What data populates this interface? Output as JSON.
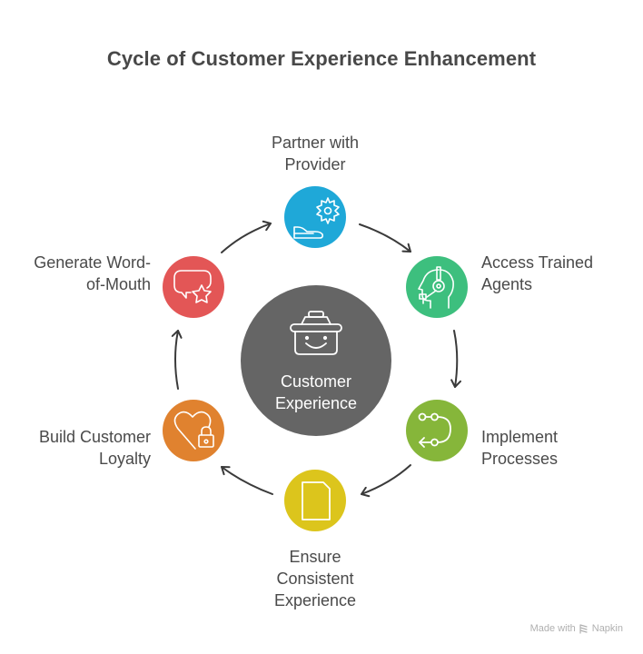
{
  "title": "Cycle of Customer Experience Enhancement",
  "hub": {
    "label_line1": "Customer",
    "label_line2": "Experience",
    "icon": "smiling-basket-icon",
    "color": "#656565"
  },
  "steps": [
    {
      "label_line1": "Partner with",
      "label_line2": "Provider",
      "label_line3": "",
      "icon": "gear-hand-icon",
      "color": "#1FA8D8"
    },
    {
      "label_line1": "Access Trained",
      "label_line2": "Agents",
      "label_line3": "",
      "icon": "headset-agent-icon",
      "color": "#3DBF7E"
    },
    {
      "label_line1": "Implement",
      "label_line2": "Processes",
      "label_line3": "",
      "icon": "process-flow-icon",
      "color": "#86B63A"
    },
    {
      "label_line1": "Ensure",
      "label_line2": "Consistent",
      "label_line3": "Experience",
      "icon": "document-icon",
      "color": "#DCC51C"
    },
    {
      "label_line1": "Build Customer",
      "label_line2": "Loyalty",
      "label_line3": "",
      "icon": "heart-lock-icon",
      "color": "#E0822F"
    },
    {
      "label_line1": "Generate Word-",
      "label_line2": "of-Mouth",
      "label_line3": "",
      "icon": "speech-star-icon",
      "color": "#E35656"
    }
  ],
  "footer": {
    "prefix": "Made with",
    "brand": "Napkin"
  }
}
